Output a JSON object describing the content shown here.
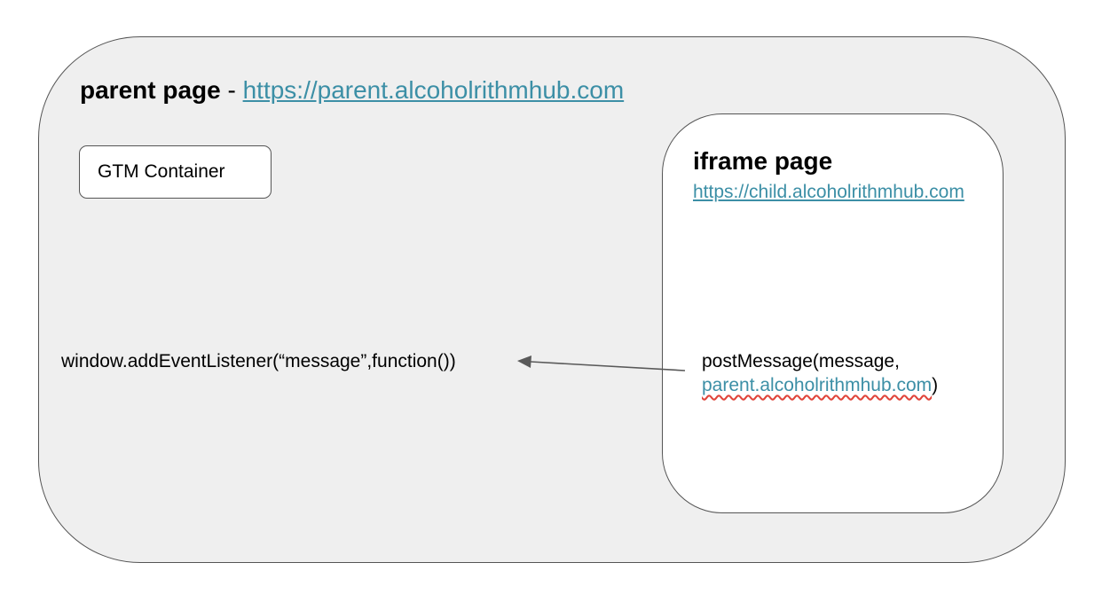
{
  "parent": {
    "title_bold": "parent page",
    "separator": " - ",
    "url": "https://parent.alcoholrithmhub.com"
  },
  "gtm": {
    "label": "GTM Container"
  },
  "iframe": {
    "title": "iframe page",
    "url": "https://child.alcoholrithmhub.com"
  },
  "listener": {
    "code": "window.addEventListener(“message”,function())"
  },
  "post_message": {
    "line1": "postMessage(message,",
    "target": "parent.alcoholrithmhub.com",
    "close": ")"
  },
  "colors": {
    "link": "#3c8fa6",
    "parent_fill": "#efefef",
    "border": "#555555",
    "arrow": "#595959"
  }
}
